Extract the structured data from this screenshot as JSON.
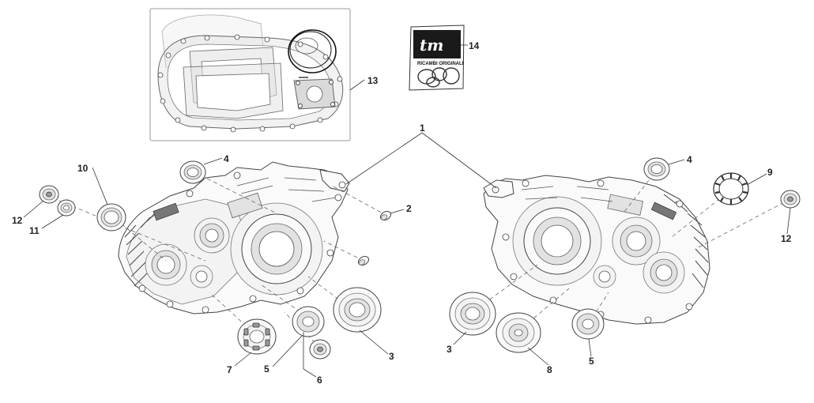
{
  "callouts": {
    "c1": "1",
    "c2": "2",
    "c3a": "3",
    "c3b": "3",
    "c4a": "4",
    "c4b": "4",
    "c5a": "5",
    "c5b": "5",
    "c6": "6",
    "c7": "7",
    "c8": "8",
    "c9": "9",
    "c10": "10",
    "c11": "11",
    "c12a": "12",
    "c12b": "12",
    "c13": "13",
    "c14": "14"
  },
  "kit_pack": {
    "brand": "tm",
    "subtitle": "RICAMBI ORIGINALI"
  }
}
